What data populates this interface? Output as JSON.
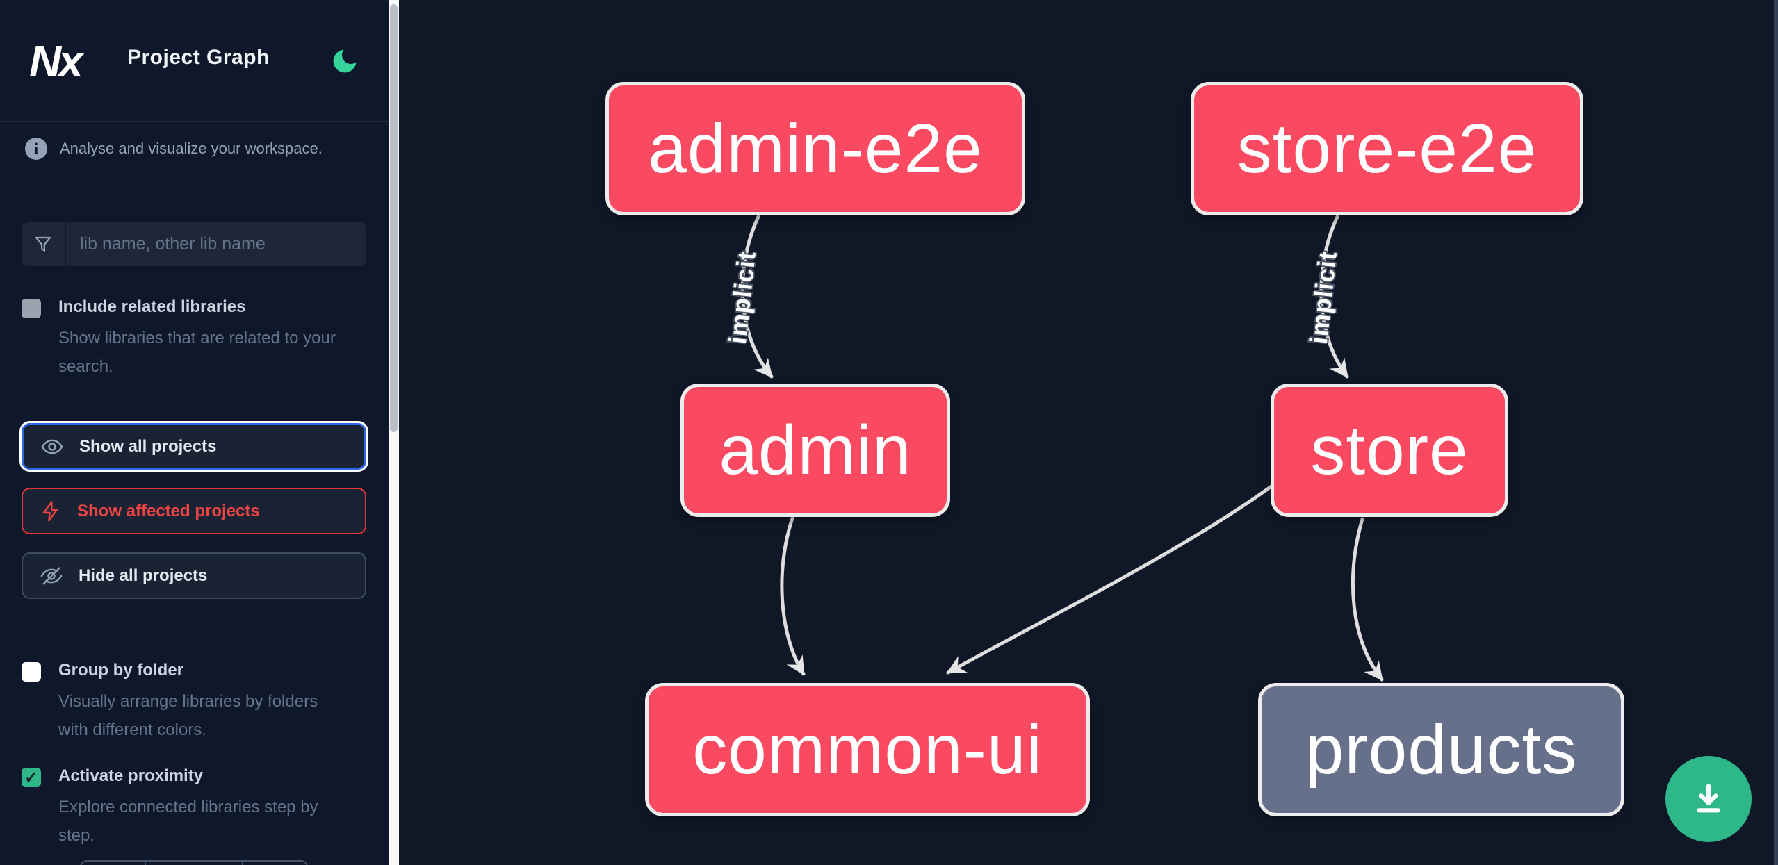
{
  "app": {
    "logo_text": "Nx",
    "title": "Project Graph"
  },
  "colors": {
    "background": "#101828",
    "sidebar_background": "#0f172a",
    "affected_node": "#fa4a62",
    "plain_node": "#67708a",
    "node_border": "#ececec",
    "edge": "#dedede",
    "focus_ring_blue": "#2c67e8",
    "affected_red": "#ef4444",
    "accent_green": "#2eb88a",
    "moon_green": "#34d399"
  },
  "sidebar": {
    "tagline": "Analyse and visualize your workspace.",
    "info_glyph": "i",
    "search": {
      "placeholder": "lib name, other lib name"
    },
    "toggles": [
      {
        "label": "Include related libraries",
        "description": "Show libraries that are related to your search.",
        "checked": false,
        "disabled": true
      },
      {
        "label": "Group by folder",
        "description": "Visually arrange libraries by folders with different colors.",
        "checked": false,
        "disabled": false
      },
      {
        "label": "Activate proximity",
        "description": "Explore connected libraries step by step.",
        "checked": true,
        "disabled": false
      }
    ],
    "check_glyph": "✓",
    "buttons": [
      {
        "label": "Show all projects",
        "state": "focused"
      },
      {
        "label": "Show affected projects",
        "state": "affected"
      },
      {
        "label": "Hide all projects",
        "state": "default"
      }
    ]
  },
  "graph": {
    "nodes": [
      {
        "id": "admin-e2e",
        "label": "admin-e2e",
        "type": "affected"
      },
      {
        "id": "store-e2e",
        "label": "store-e2e",
        "type": "affected"
      },
      {
        "id": "admin",
        "label": "admin",
        "type": "affected"
      },
      {
        "id": "store",
        "label": "store",
        "type": "affected"
      },
      {
        "id": "common-ui",
        "label": "common-ui",
        "type": "affected"
      },
      {
        "id": "products",
        "label": "products",
        "type": "plain"
      }
    ],
    "edges": [
      {
        "source": "admin-e2e",
        "target": "admin",
        "label": "implicit"
      },
      {
        "source": "store-e2e",
        "target": "store",
        "label": "implicit"
      },
      {
        "source": "admin",
        "target": "common-ui",
        "label": ""
      },
      {
        "source": "store",
        "target": "common-ui",
        "label": ""
      },
      {
        "source": "store",
        "target": "products",
        "label": ""
      }
    ]
  }
}
